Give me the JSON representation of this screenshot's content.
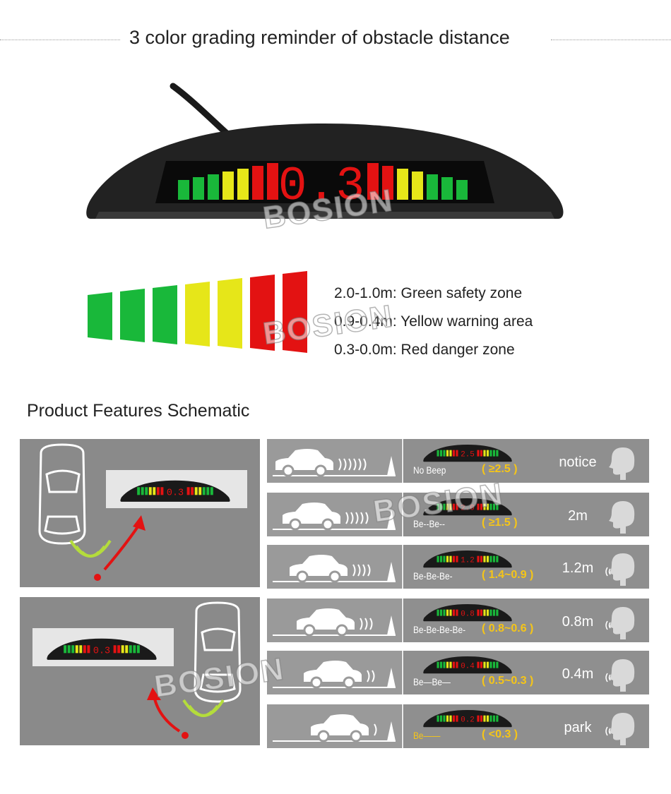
{
  "title": "3 color grading reminder of obstacle distance",
  "watermark": "BOSION",
  "top_display": {
    "reading": "0.3"
  },
  "legend": {
    "lines": [
      "2.0-1.0m: Green safety zone",
      "0.9-0.4m: Yellow warning area",
      "0.3-0.0m: Red danger zone"
    ],
    "colors": {
      "green": "#19b83a",
      "yellow": "#e6e619",
      "red": "#e31212"
    }
  },
  "section_title": "Product Features Schematic",
  "left_displays": [
    {
      "reading": "0.3"
    },
    {
      "reading": "0.3"
    }
  ],
  "rows": [
    {
      "reading": "2.5",
      "beep": "No Beep",
      "range": "( ≥2.5 )",
      "distance": "notice"
    },
    {
      "reading": "2.0",
      "beep": "Be--Be--",
      "range": "( ≥1.5 )",
      "distance": "2m"
    },
    {
      "reading": "1.2",
      "beep": "Be-Be-Be-",
      "range": "( 1.4~0.9 )",
      "distance": "1.2m"
    },
    {
      "reading": "0.8",
      "beep": "Be-Be-Be-Be-",
      "range": "( 0.8~0.6 )",
      "distance": "0.8m"
    },
    {
      "reading": "0.4",
      "beep": "Be—Be—",
      "range": "( 0.5~0.3 )",
      "distance": "0.4m"
    },
    {
      "reading": "0.2",
      "beep": "Be——",
      "range": "( <0.3 )",
      "distance": "park"
    }
  ]
}
